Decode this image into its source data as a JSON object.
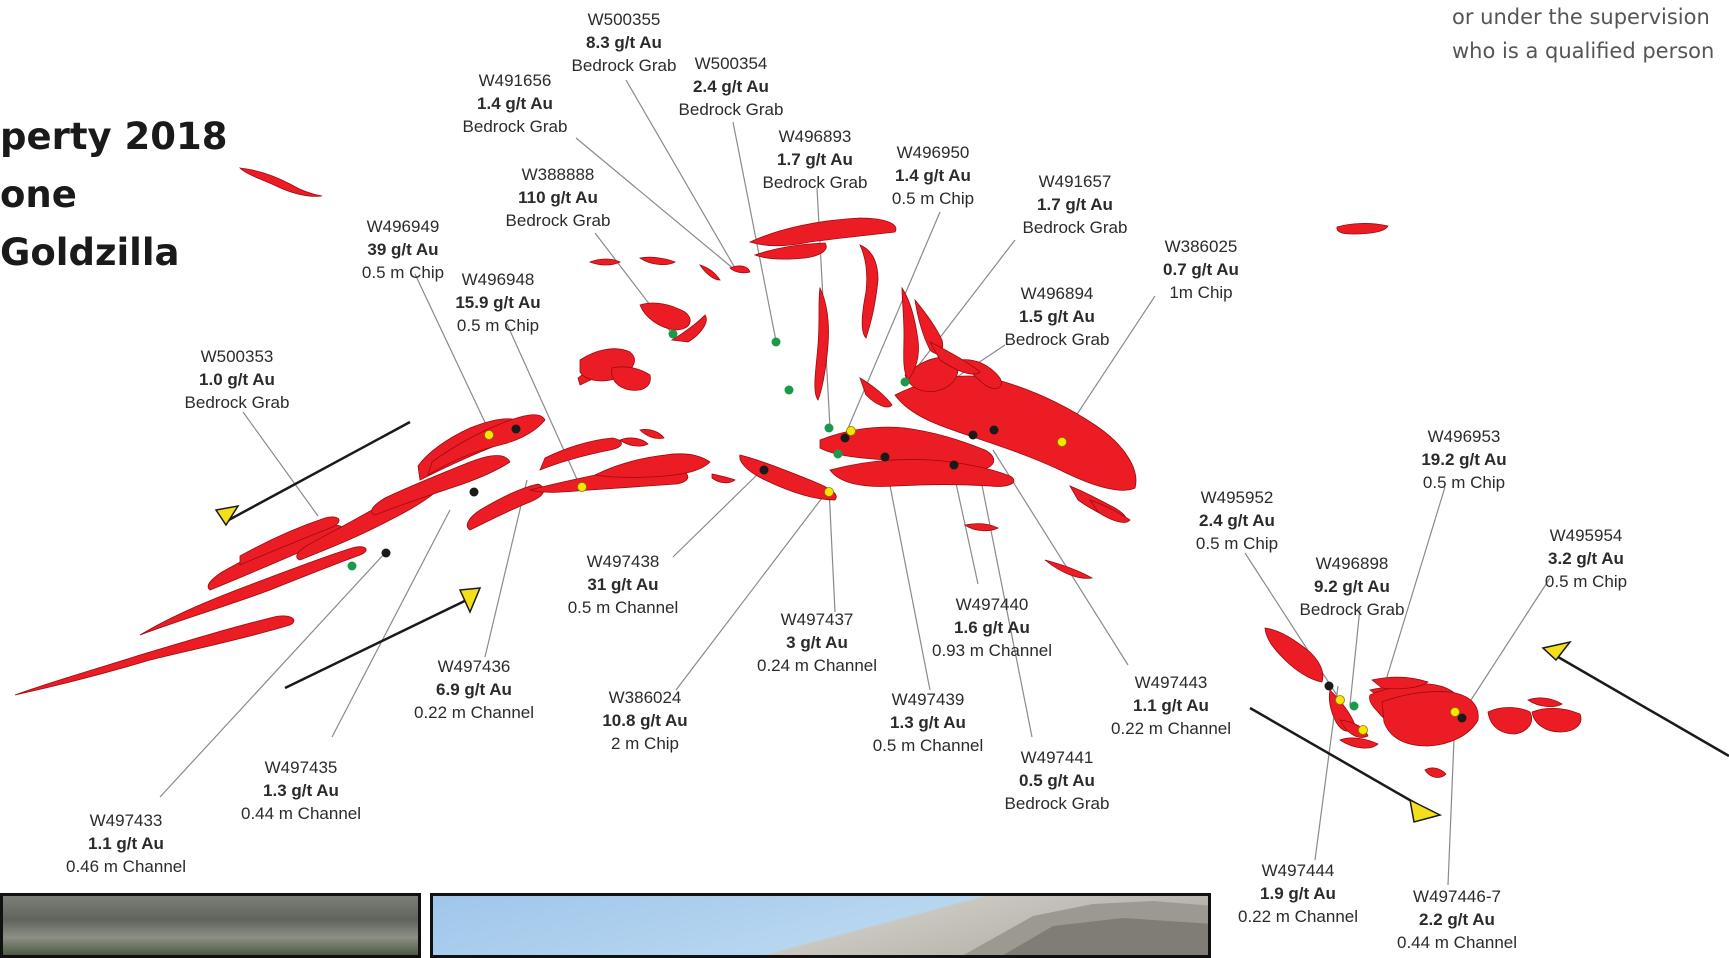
{
  "title": {
    "line1": "perty 2018",
    "line2": "one",
    "line3": "Goldzilla"
  },
  "disclaimer": {
    "line1": "or under the supervision",
    "line2": "who is a qualified person"
  },
  "colors": {
    "vein": "#ec1c24",
    "sample_black": "#1a1a1a",
    "sample_yellow": "#f5e600",
    "sample_green": "#1a9a4a",
    "arrow": "#f3e01a",
    "leader": "#8a8a8a"
  },
  "samples": [
    {
      "id": "W500355",
      "grade": "8.3 g/t Au",
      "type": "Bedrock Grab"
    },
    {
      "id": "W500354",
      "grade": "2.4 g/t Au",
      "type": "Bedrock Grab"
    },
    {
      "id": "W491656",
      "grade": "1.4 g/t Au",
      "type": "Bedrock Grab"
    },
    {
      "id": "W388888",
      "grade": "110 g/t Au",
      "type": "Bedrock Grab"
    },
    {
      "id": "W496893",
      "grade": "1.7 g/t Au",
      "type": "Bedrock Grab"
    },
    {
      "id": "W496950",
      "grade": "1.4 g/t Au",
      "type": "0.5 m Chip"
    },
    {
      "id": "W491657",
      "grade": "1.7 g/t Au",
      "type": "Bedrock Grab"
    },
    {
      "id": "W496949",
      "grade": "39 g/t Au",
      "type": "0.5 m Chip"
    },
    {
      "id": "W496948",
      "grade": "15.9 g/t Au",
      "type": "0.5 m Chip"
    },
    {
      "id": "W386025",
      "grade": "0.7 g/t Au",
      "type": "1m Chip"
    },
    {
      "id": "W496894",
      "grade": "1.5 g/t Au",
      "type": "Bedrock Grab"
    },
    {
      "id": "W500353",
      "grade": "1.0 g/t Au",
      "type": "Bedrock Grab"
    },
    {
      "id": "W496953",
      "grade": "19.2 g/t Au",
      "type": "0.5 m Chip"
    },
    {
      "id": "W495952",
      "grade": "2.4 g/t Au",
      "type": "0.5 m Chip"
    },
    {
      "id": "W495954",
      "grade": "3.2 g/t Au",
      "type": "0.5 m Chip"
    },
    {
      "id": "W496898",
      "grade": "9.2 g/t Au",
      "type": "Bedrock Grab"
    },
    {
      "id": "W497438",
      "grade": "31 g/t Au",
      "type": "0.5 m Channel"
    },
    {
      "id": "W497440",
      "grade": "1.6 g/t Au",
      "type": "0.93 m Channel"
    },
    {
      "id": "W497437",
      "grade": "3 g/t Au",
      "type": "0.24 m Channel"
    },
    {
      "id": "W497436",
      "grade": "6.9 g/t Au",
      "type": "0.22 m Channel"
    },
    {
      "id": "W497443",
      "grade": "1.1 g/t Au",
      "type": "0.22 m Channel"
    },
    {
      "id": "W386024",
      "grade": "10.8 g/t Au",
      "type": "2 m Chip"
    },
    {
      "id": "W497439",
      "grade": "1.3 g/t Au",
      "type": "0.5 m Channel"
    },
    {
      "id": "W497435",
      "grade": "1.3 g/t Au",
      "type": "0.44 m Channel"
    },
    {
      "id": "W497441",
      "grade": "0.5 g/t Au",
      "type": "Bedrock Grab"
    },
    {
      "id": "W497433",
      "grade": "1.1 g/t Au",
      "type": "0.46 m Channel"
    },
    {
      "id": "W497444",
      "grade": "1.9 g/t Au",
      "type": "0.22 m Channel"
    },
    {
      "id": "W497446-7",
      "grade": "2.2 g/t Au",
      "type": "0.44 m Channel"
    }
  ]
}
